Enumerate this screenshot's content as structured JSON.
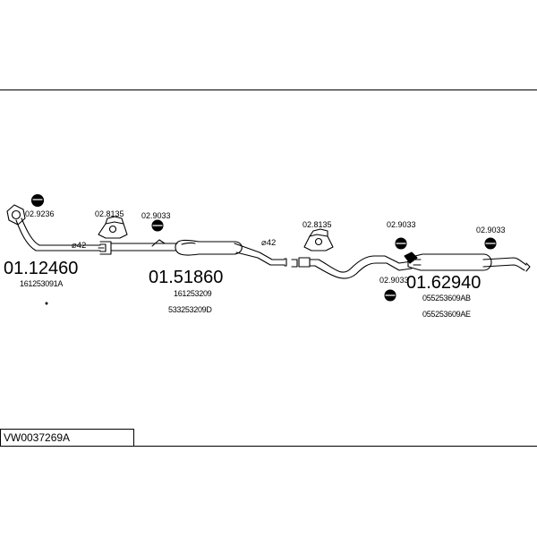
{
  "reference_code": "VW0037269A",
  "parts": [
    {
      "number": "01.12460",
      "oem": [
        "161253091A"
      ]
    },
    {
      "number": "01.51860",
      "oem": [
        "161253209",
        "533253209D"
      ]
    },
    {
      "number": "01.62940",
      "oem": [
        "055253609AB",
        "055253609AE"
      ]
    }
  ],
  "fittings": {
    "f1": "02.9236",
    "f2": "02.8135",
    "f3": "02.9033",
    "f4": "02.8135",
    "f5": "02.9033",
    "f6": "02.9033",
    "f7": "02.9033"
  },
  "diameter_labels": {
    "d1": "⌀42",
    "d2": "⌀42"
  },
  "icons": [
    "clamp-icon",
    "bracket-icon",
    "rubber-mount-icon",
    "ring-icon",
    "exhaust-pipe",
    "silencer"
  ],
  "colors": {
    "line": "#000000",
    "background": "#ffffff"
  }
}
